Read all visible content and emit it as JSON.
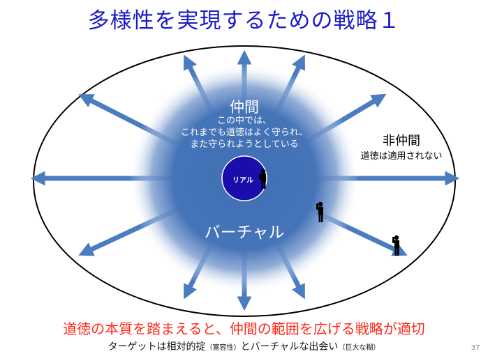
{
  "title": "多様性を実現するための戦略１",
  "inner": {
    "title": "仲間",
    "desc1": "この中では、",
    "desc2": "これまでも道徳はよく守られ、",
    "desc3": "また守られようとしている"
  },
  "outer": {
    "title": "非仲間",
    "desc": "道徳は適用されない"
  },
  "core_label": "リアル",
  "ring_label": "バーチャル",
  "strategy": "道徳の本質を踏まえると、仲間の範囲を広げる戦略が適切",
  "target": {
    "part1": "ターゲットは相対的掟",
    "note1": "（寛容性）",
    "part2": "とバーチャルな出会い",
    "note2": "（巨大な糊）"
  },
  "page_number": "37",
  "colors": {
    "title": "#1c1cc8",
    "arrow": "#4a7cc0",
    "halo": "#3f6fb5",
    "core": "#1a0dab",
    "strategy": "#ff2a1a"
  },
  "icons": [
    "person-icon",
    "person-icon",
    "person-icon"
  ]
}
